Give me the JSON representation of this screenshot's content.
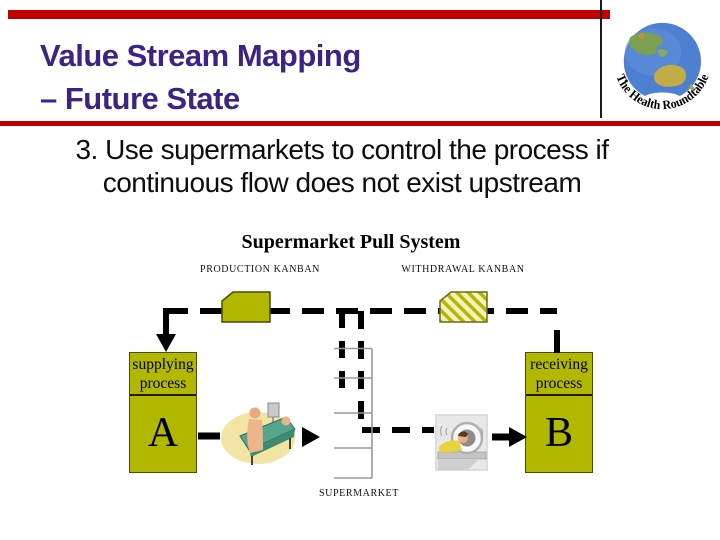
{
  "header": {
    "title_line1": "Value Stream Mapping",
    "title_line2": "– Future State",
    "logo_text": "The Health Roundtable"
  },
  "subtitle": {
    "line1": "3. Use supermarkets to control the process if",
    "line2": "continuous flow does not exist upstream"
  },
  "diagram": {
    "title": "Supermarket Pull System",
    "production_kanban_label": "PRODUCTION KANBAN",
    "withdrawal_kanban_label": "WITHDRAWAL KANBAN",
    "supermarket_label": "SUPERMARKET",
    "supplying_process": {
      "label": "supplying process",
      "letter": "A"
    },
    "receiving_process": {
      "label": "receiving process",
      "letter": "B"
    }
  },
  "colors": {
    "accent_red": "#c00000",
    "title_purple": "#3b2483",
    "process_olive": "#b2b700",
    "olive_border": "#4c4c00",
    "kanban_hatch_bg": "#f4f1bd",
    "diagram_line_black": "#000000",
    "supermarket_gray": "#999999",
    "globe_ocean_blue": "#4d80d1"
  }
}
